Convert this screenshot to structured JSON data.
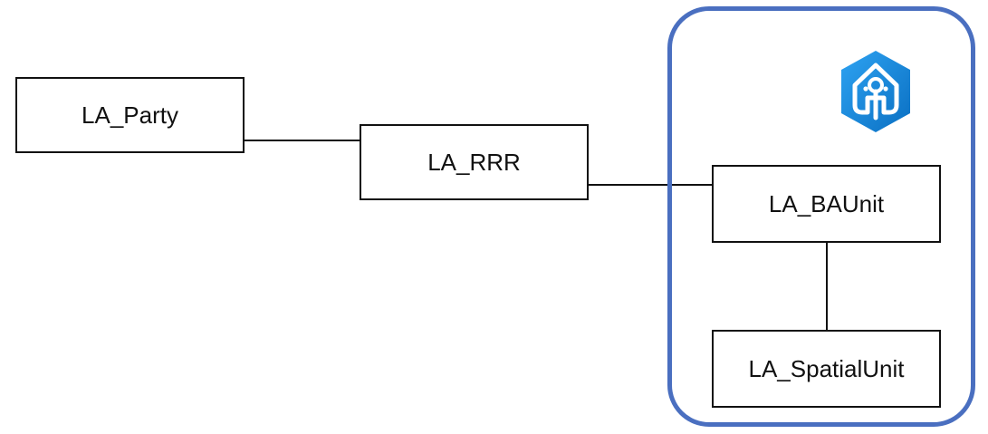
{
  "diagram": {
    "entities": [
      {
        "id": "party",
        "label": "LA_Party"
      },
      {
        "id": "rrr",
        "label": "LA_RRR"
      },
      {
        "id": "baunit",
        "label": "LA_BAUnit"
      },
      {
        "id": "spatial",
        "label": "LA_SpatialUnit"
      }
    ],
    "connections": [
      {
        "from": "LA_Party",
        "to": "LA_RRR"
      },
      {
        "from": "LA_RRR",
        "to": "LA_BAUnit"
      },
      {
        "from": "LA_BAUnit",
        "to": "LA_SpatialUnit"
      }
    ],
    "group": {
      "contains": [
        "LA_BAUnit",
        "LA_SpatialUnit"
      ],
      "border_color": "#4a6fc0",
      "icon": "building-key-icon",
      "icon_color": "#1a8ae0"
    }
  }
}
